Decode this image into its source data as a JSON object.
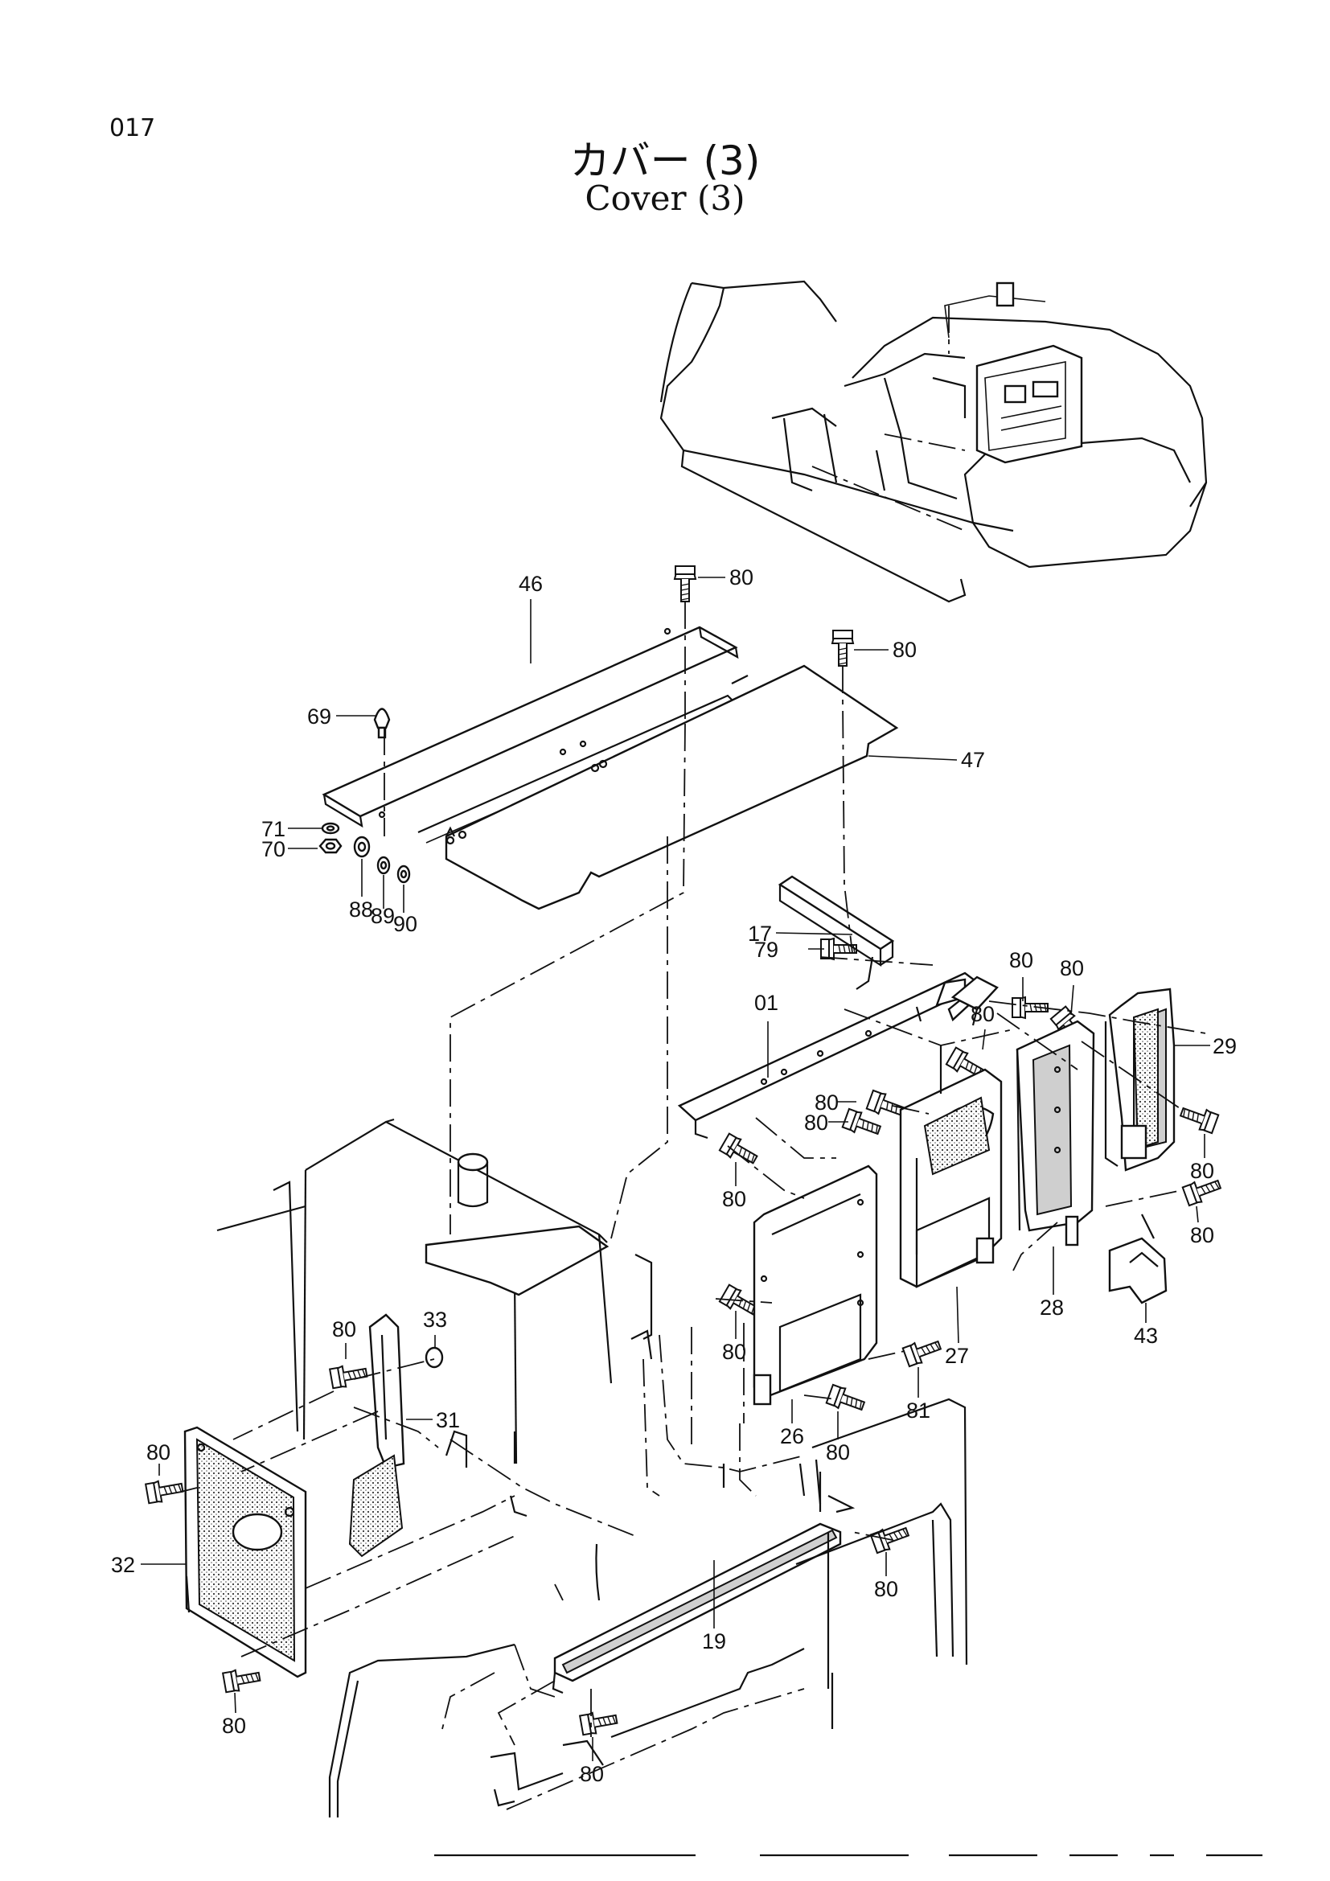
{
  "page_number": "017",
  "title_jp": "カバー (3)",
  "title_en": "Cover (3)",
  "callouts": [
    {
      "key": "c46",
      "text": "46"
    },
    {
      "key": "c80a",
      "text": "80"
    },
    {
      "key": "c80b",
      "text": "80"
    },
    {
      "key": "c69",
      "text": "69"
    },
    {
      "key": "c47",
      "text": "47"
    },
    {
      "key": "c71",
      "text": "71"
    },
    {
      "key": "c70",
      "text": "70"
    },
    {
      "key": "c88",
      "text": "88"
    },
    {
      "key": "c89",
      "text": "89"
    },
    {
      "key": "c90",
      "text": "90"
    },
    {
      "key": "c17",
      "text": "17"
    },
    {
      "key": "c79",
      "text": "79"
    },
    {
      "key": "c01",
      "text": "01"
    },
    {
      "key": "c80c",
      "text": "80"
    },
    {
      "key": "c80d",
      "text": "80"
    },
    {
      "key": "c29",
      "text": "29"
    },
    {
      "key": "c80e",
      "text": "80"
    },
    {
      "key": "c80f",
      "text": "80"
    },
    {
      "key": "c80g",
      "text": "80"
    },
    {
      "key": "c80h",
      "text": "80"
    },
    {
      "key": "c80i",
      "text": "80"
    },
    {
      "key": "c80j",
      "text": "80"
    },
    {
      "key": "c28",
      "text": "28"
    },
    {
      "key": "c43",
      "text": "43"
    },
    {
      "key": "c80k",
      "text": "80"
    },
    {
      "key": "c27",
      "text": "27"
    },
    {
      "key": "c81",
      "text": "81"
    },
    {
      "key": "c26",
      "text": "26"
    },
    {
      "key": "c80l",
      "text": "80"
    },
    {
      "key": "c80m",
      "text": "80"
    },
    {
      "key": "c33",
      "text": "33"
    },
    {
      "key": "c31",
      "text": "31"
    },
    {
      "key": "c80n",
      "text": "80"
    },
    {
      "key": "c32",
      "text": "32"
    },
    {
      "key": "c80o",
      "text": "80"
    },
    {
      "key": "c80p",
      "text": "80"
    },
    {
      "key": "c19",
      "text": "19"
    },
    {
      "key": "c80q",
      "text": "80"
    }
  ]
}
